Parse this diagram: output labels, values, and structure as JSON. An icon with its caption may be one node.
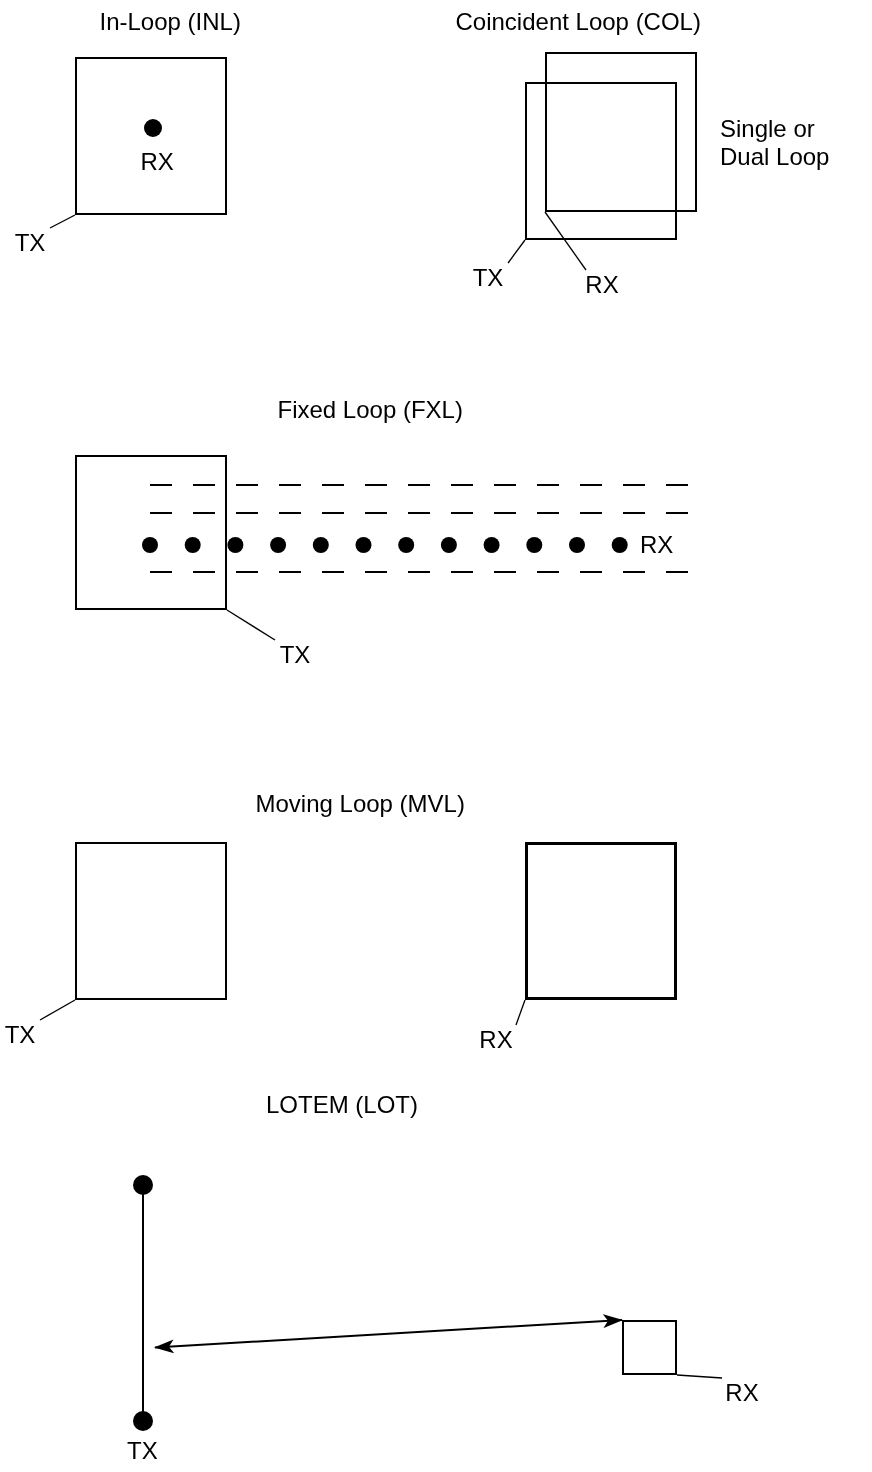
{
  "diagram": {
    "nodes": [
      {
        "text": [],
        "shape": "box"
      },
      {
        "text": [
          "TX"
        ]
      },
      {
        "text": [],
        "shape": "box"
      },
      {
        "text": [],
        "shape": "box"
      },
      {
        "text": [
          "TX"
        ]
      },
      {
        "text": [
          "RX"
        ]
      },
      {
        "text": [],
        "shape": "box"
      },
      {
        "text": [
          "TX"
        ]
      },
      {
        "text": [],
        "shape": "box"
      },
      {
        "text": [
          "TX"
        ]
      },
      {
        "text": [],
        "shape": "box"
      },
      {
        "text": [
          "RX"
        ]
      },
      {
        "text": [],
        "shape": "line",
        "beside": [
          "TX"
        ]
      },
      {
        "text": [],
        "shape": "box"
      },
      {
        "text": [
          "RX"
        ]
      }
    ],
    "edges": [
      {
        "from": 1,
        "to": 0,
        "arrow": "none"
      },
      {
        "from": 4,
        "to": 2,
        "arrow": "none"
      },
      {
        "from": 5,
        "to": 3,
        "arrow": "none"
      },
      {
        "from": 7,
        "to": 6,
        "arrow": "none"
      },
      {
        "from": 9,
        "to": 8,
        "arrow": "none"
      },
      {
        "from": 11,
        "to": 10,
        "arrow": "none"
      },
      {
        "from": 12,
        "to": 13,
        "arrow": "both"
      },
      {
        "from": 14,
        "to": 13,
        "arrow": "none"
      }
    ],
    "labels": [
      "In-Loop (INL)",
      "RX",
      "Coincident Loop (COL)",
      "Single or Dual Loop",
      "Fixed Loop (FXL)",
      "RX",
      "Moving Loop (MVL)",
      "LOTEM (LOT)"
    ]
  }
}
